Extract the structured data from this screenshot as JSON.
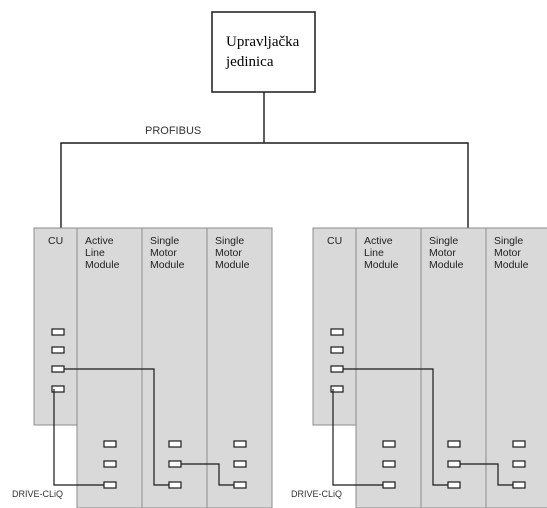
{
  "controller": {
    "line1": "Upravljačka",
    "line2": "jedinica"
  },
  "bus_label": "PROFIBUS",
  "drive_cliq_label": "DRIVE-CLiQ",
  "units": [
    {
      "modules": [
        {
          "lines": [
            "CU"
          ]
        },
        {
          "lines": [
            "Active",
            "Line",
            "Module"
          ]
        },
        {
          "lines": [
            "Single",
            "Motor",
            "Module"
          ]
        },
        {
          "lines": [
            "Single",
            "Motor",
            "Module"
          ]
        }
      ]
    },
    {
      "modules": [
        {
          "lines": [
            "CU"
          ]
        },
        {
          "lines": [
            "Active",
            "Line",
            "Module"
          ]
        },
        {
          "lines": [
            "Single",
            "Motor",
            "Module"
          ]
        },
        {
          "lines": [
            "Single",
            "Motor",
            "Module"
          ]
        }
      ]
    }
  ],
  "colors": {
    "module_fill": "#d9d9d9",
    "module_border": "#8c8c8c",
    "line": "#1a1a1a"
  }
}
